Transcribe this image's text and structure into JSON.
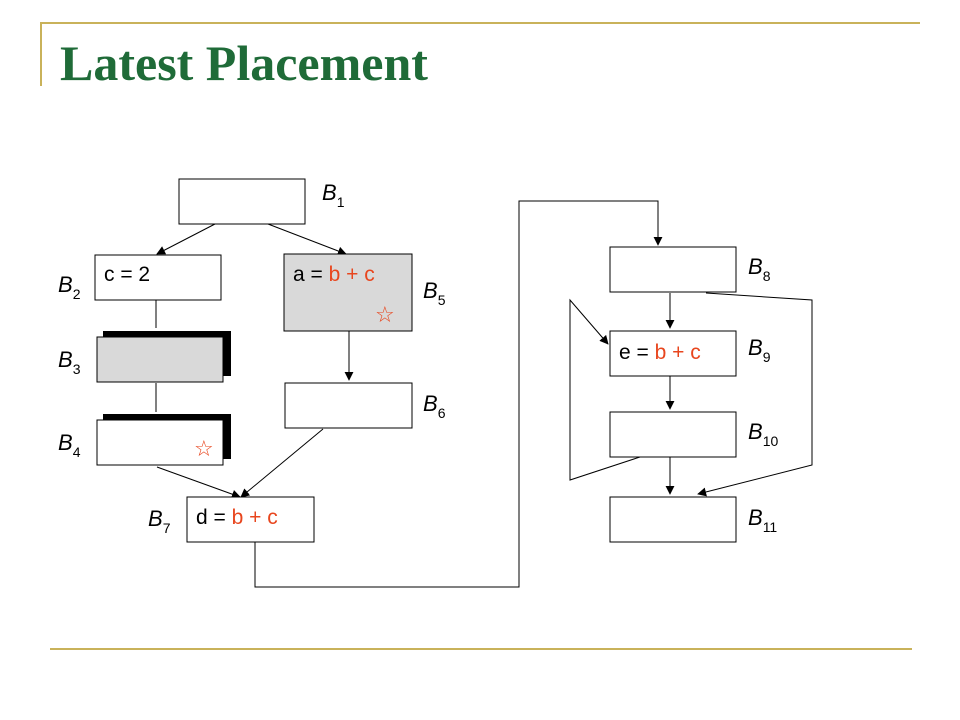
{
  "slide": {
    "title": "Latest Placement"
  },
  "colors": {
    "title": "#1f6b38",
    "rule": "#c9b25a",
    "expression": "#e8461e",
    "shaded_block": "#d9d9d9",
    "edge": "#000000"
  },
  "diagram": {
    "label_letter": "B",
    "blocks": {
      "b1": {
        "label_sub": "1",
        "code": ""
      },
      "b2": {
        "label_sub": "2",
        "code": "c = 2"
      },
      "b3": {
        "label_sub": "3",
        "code": ""
      },
      "b4": {
        "label_sub": "4",
        "code": "",
        "marker": "☆"
      },
      "b5": {
        "label_sub": "5",
        "code_lhs": "a = ",
        "code_expr": "b + c",
        "marker": "☆"
      },
      "b6": {
        "label_sub": "6",
        "code": ""
      },
      "b7": {
        "label_sub": "7",
        "code_lhs": "d = ",
        "code_expr": "b + c"
      },
      "b8": {
        "label_sub": "8",
        "code": ""
      },
      "b9": {
        "label_sub": "9",
        "code_lhs": "e = ",
        "code_expr": "b + c"
      },
      "b10": {
        "label_sub": "10",
        "code": ""
      },
      "b11": {
        "label_sub": "11",
        "code": ""
      }
    },
    "edges": [
      "b1-b2",
      "b1-b5",
      "b2-b3",
      "b3-b4",
      "b4-b7",
      "b5-b6",
      "b6-b7",
      "b7-b8",
      "b8-b9",
      "b8-b11",
      "b9-b10",
      "b10-b11",
      "b10-b9"
    ]
  }
}
